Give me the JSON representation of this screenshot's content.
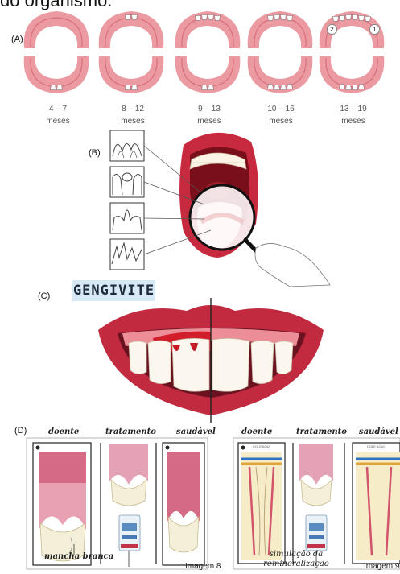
{
  "header_text": "do organismo.",
  "panel_labels": {
    "a": "(A)",
    "b": "(B)",
    "c": "(C)",
    "d": "(D)"
  },
  "eruption_stages": [
    {
      "range": "4 – 7",
      "unit": "meses"
    },
    {
      "range": "8 – 12",
      "unit": "meses"
    },
    {
      "range": "9 – 13",
      "unit": "meses"
    },
    {
      "range": "10 – 16",
      "unit": "meses"
    },
    {
      "range": "13 – 19",
      "unit": "meses"
    }
  ],
  "tooth_badges": [
    "2",
    "1"
  ],
  "gengivite_title": "GENGIVITE",
  "left_panel": {
    "headers": [
      "doente",
      "tratamento",
      "saudável"
    ],
    "annotation": "mancha branca",
    "caption": "Imagem 8"
  },
  "right_panel": {
    "headers": [
      "doente",
      "tratamento",
      "saudável"
    ],
    "annotation_line1": "simulação da",
    "annotation_line2": "remineralização",
    "caption": "Imagem 9",
    "box_label": "COLE AQUI"
  },
  "colors": {
    "gum": "#ec9aa1",
    "gum_dark": "#d97079",
    "tooth": "#ffffff",
    "lip_red": "#c72a3e",
    "mouth_dark": "#7a0f1c",
    "inflamed": "#d01f2b",
    "banner": "#d6e9f4"
  }
}
